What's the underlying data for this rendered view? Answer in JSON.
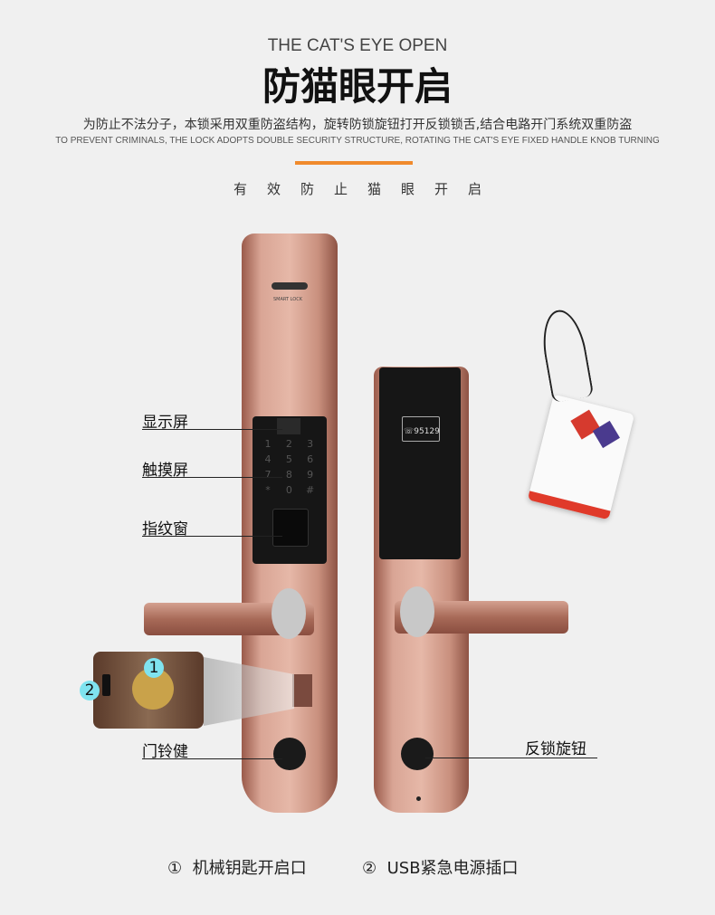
{
  "header": {
    "title_en": "THE CAT'S EYE OPEN",
    "title_cn": "防猫眼开启",
    "description_cn": "为防止不法分子，本锁采用双重防盗结构，旋转防锁旋钮打开反锁锁舌,结合电路开门系统双重防盗",
    "description_en": "TO PREVENT CRIMINALS, THE LOCK ADOPTS DOUBLE SECURITY STRUCTURE, ROTATING THE CAT'S EYE FIXED HANDLE KNOB TURNING",
    "slogan": "有效防止猫眼开启",
    "accent_color": "#f08a2c"
  },
  "front_lock": {
    "brand_text": "SMART LOCK",
    "keypad": [
      "1",
      "2",
      "3",
      "4",
      "5",
      "6",
      "7",
      "8",
      "9",
      "*",
      "0",
      "#"
    ]
  },
  "back_lock": {
    "phone": "☏95129"
  },
  "labels": {
    "display": "显示屏",
    "touchscreen": "触摸屏",
    "fingerprint": "指纹窗",
    "doorbell": "门铃健",
    "knob": "反锁旋钮"
  },
  "cylinder": {
    "badge1": "1",
    "badge2": "2"
  },
  "legend": [
    {
      "num": "①",
      "text": "机械钥匙开启口"
    },
    {
      "num": "②",
      "text": "USB紧急电源插口"
    }
  ]
}
